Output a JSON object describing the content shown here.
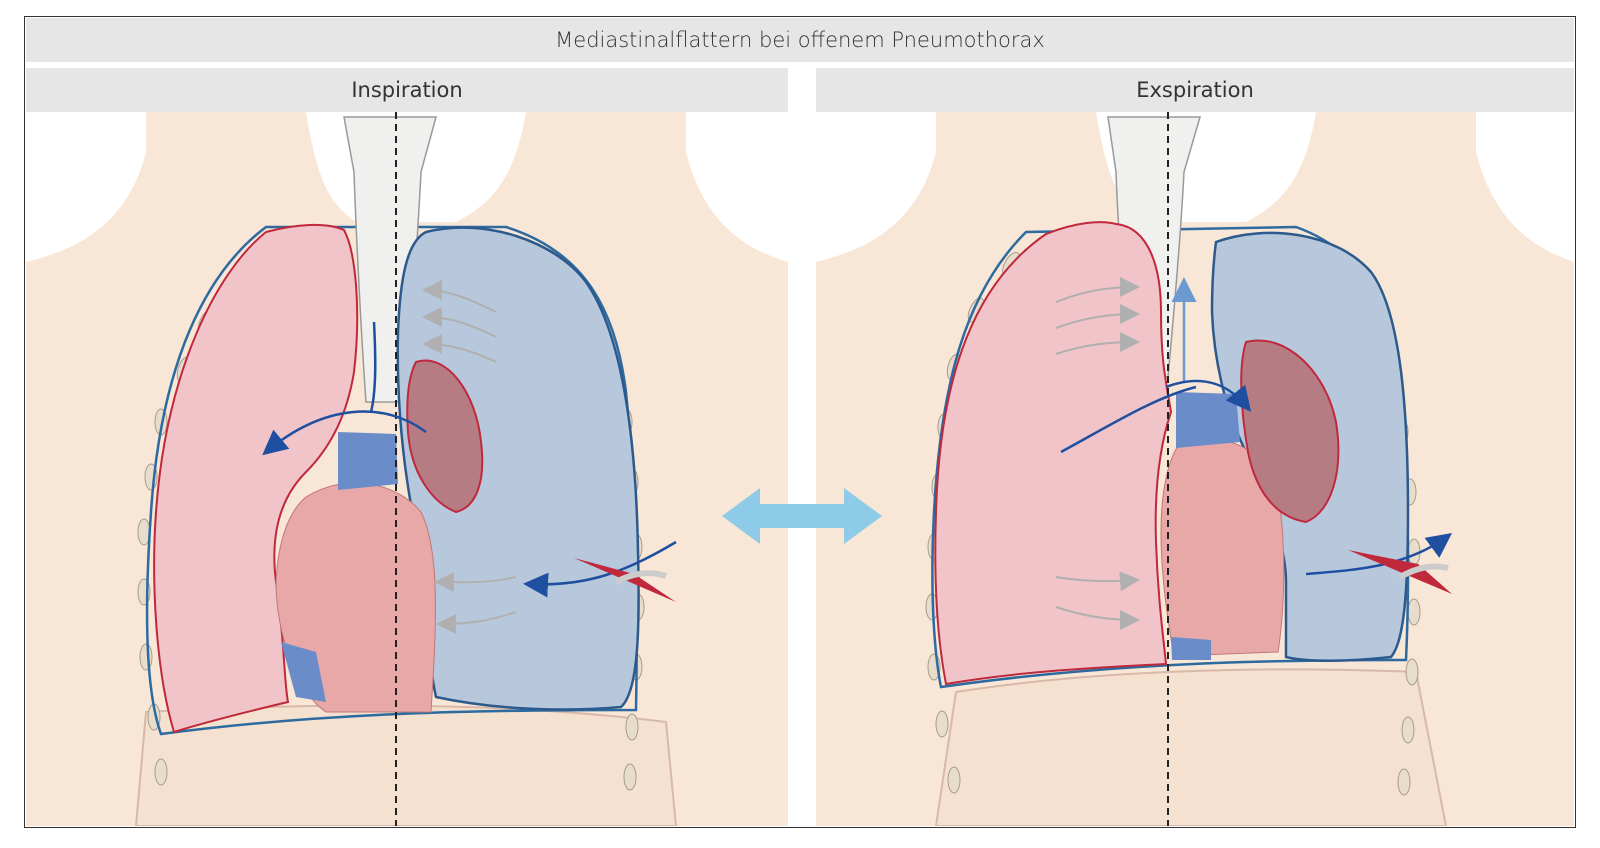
{
  "title": "Mediastinalflattern bei offenem Pneumothorax",
  "panels": {
    "left": {
      "label": "Inspiration"
    },
    "right": {
      "label": "Exspiration"
    }
  },
  "colors": {
    "skin": "#f8e6d6",
    "healthy_lung": "#f0c4c8",
    "collapsed_lung": "#b8c8dc",
    "heart": "#e8a8a8",
    "vessel": "#6a8cc8",
    "trachea": "#f0f0ee",
    "airflow_arrow": "#1f4fa0",
    "bidirectional_arrow": "#8ecbe8",
    "lung_outline_red": "#c0283c",
    "lung_outline_blue": "#2c5a8c"
  }
}
